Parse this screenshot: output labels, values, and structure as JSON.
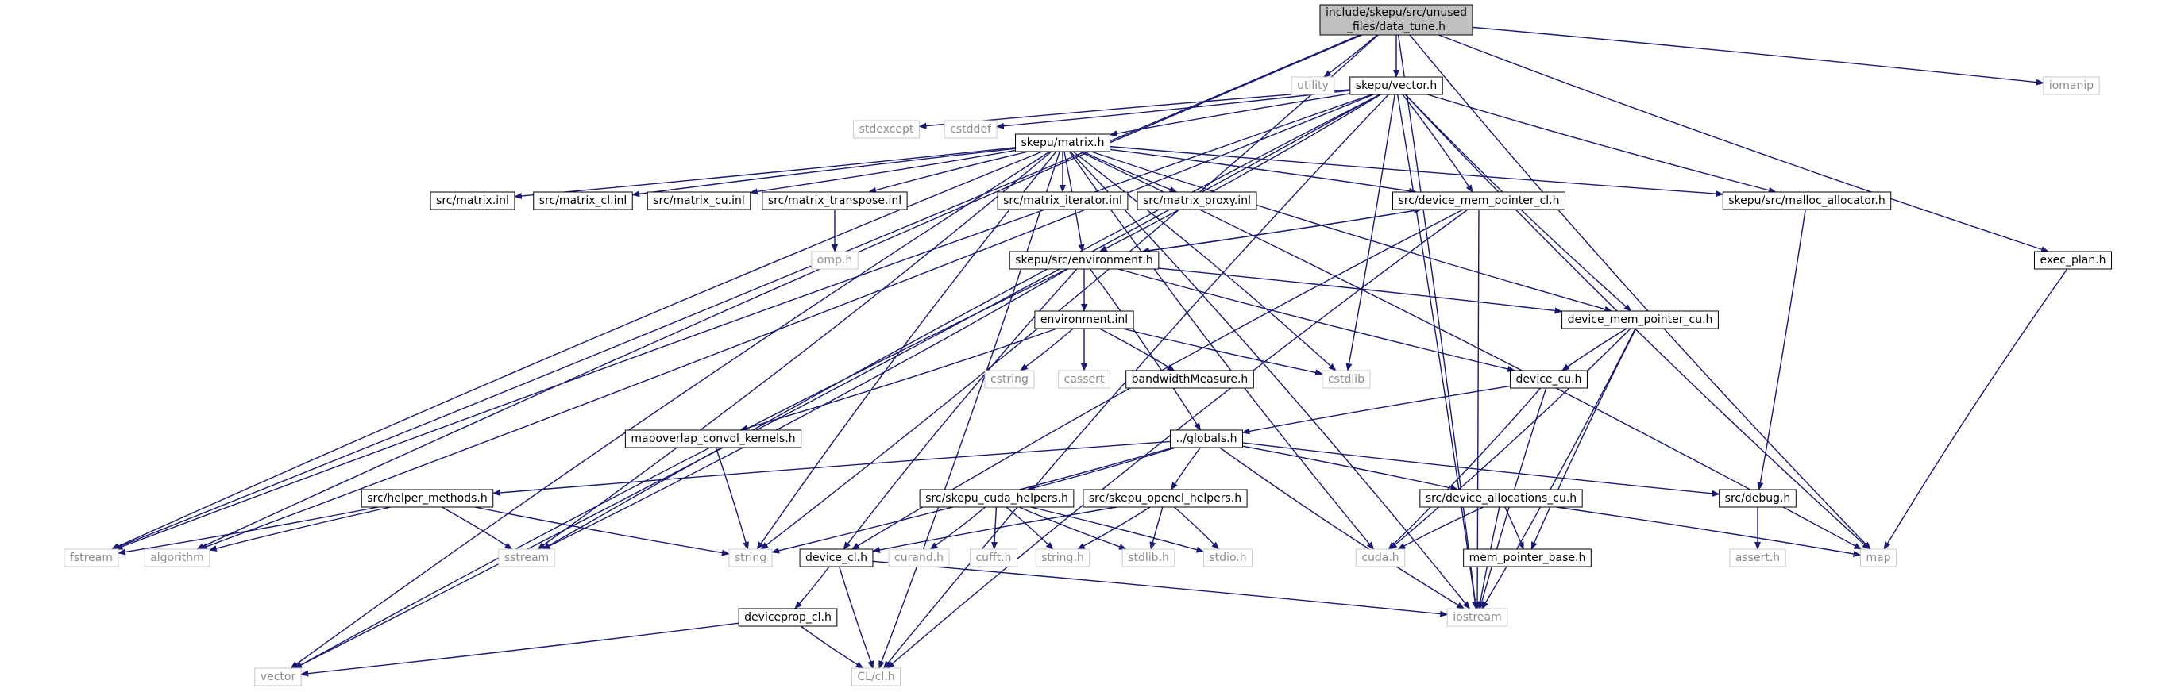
{
  "graph_title": "include/skepu/src/unused_files/data_tune.h",
  "root": [
    "include/skepu/src/unused",
    "_files/data_tune.h"
  ],
  "colors": {
    "edge": "#191970",
    "node_border": "#000000",
    "node_fill": "#ffffff",
    "root_fill": "#bfbfbf",
    "external_border": "#c8c8c8",
    "external_text": "#8c8c8c"
  },
  "nodes": [
    {
      "id": "root",
      "label": "include/skepu/src/unused_files/data_tune.h",
      "kind": "root"
    },
    {
      "id": "utility",
      "label": "utility",
      "kind": "external"
    },
    {
      "id": "vector_h",
      "label": "skepu/vector.h",
      "kind": "internal"
    },
    {
      "id": "iomanip",
      "label": "iomanip",
      "kind": "external"
    },
    {
      "id": "stdexcept",
      "label": "stdexcept",
      "kind": "external"
    },
    {
      "id": "cstddef",
      "label": "cstddef",
      "kind": "external"
    },
    {
      "id": "matrix_h",
      "label": "skepu/matrix.h",
      "kind": "internal"
    },
    {
      "id": "matrix_inl",
      "label": "src/matrix.inl",
      "kind": "internal"
    },
    {
      "id": "matrix_cl",
      "label": "src/matrix_cl.inl",
      "kind": "internal"
    },
    {
      "id": "matrix_cu",
      "label": "src/matrix_cu.inl",
      "kind": "internal"
    },
    {
      "id": "matrix_tr",
      "label": "src/matrix_transpose.inl",
      "kind": "internal"
    },
    {
      "id": "matrix_it",
      "label": "src/matrix_iterator.inl",
      "kind": "internal"
    },
    {
      "id": "matrix_px",
      "label": "src/matrix_proxy.inl",
      "kind": "internal"
    },
    {
      "id": "dmp_cl",
      "label": "src/device_mem_pointer_cl.h",
      "kind": "internal"
    },
    {
      "id": "malloc",
      "label": "skepu/src/malloc_allocator.h",
      "kind": "internal"
    },
    {
      "id": "omp",
      "label": "omp.h",
      "kind": "external"
    },
    {
      "id": "env_h",
      "label": "skepu/src/environment.h",
      "kind": "internal"
    },
    {
      "id": "exec_plan",
      "label": "exec_plan.h",
      "kind": "internal"
    },
    {
      "id": "env_inl",
      "label": "environment.inl",
      "kind": "internal"
    },
    {
      "id": "dmp_cu",
      "label": "device_mem_pointer_cu.h",
      "kind": "internal"
    },
    {
      "id": "cstring",
      "label": "cstring",
      "kind": "external"
    },
    {
      "id": "cassert",
      "label": "cassert",
      "kind": "external"
    },
    {
      "id": "bw",
      "label": "bandwidthMeasure.h",
      "kind": "internal"
    },
    {
      "id": "cstdlib",
      "label": "cstdlib",
      "kind": "external"
    },
    {
      "id": "device_cu",
      "label": "device_cu.h",
      "kind": "internal"
    },
    {
      "id": "mapov",
      "label": "mapoverlap_convol_kernels.h",
      "kind": "internal"
    },
    {
      "id": "globals",
      "label": "../globals.h",
      "kind": "internal"
    },
    {
      "id": "helper",
      "label": "src/helper_methods.h",
      "kind": "internal"
    },
    {
      "id": "cuda_helpers",
      "label": "src/skepu_cuda_helpers.h",
      "kind": "internal"
    },
    {
      "id": "opencl_helpers",
      "label": "src/skepu_opencl_helpers.h",
      "kind": "internal"
    },
    {
      "id": "dev_alloc",
      "label": "src/device_allocations_cu.h",
      "kind": "internal"
    },
    {
      "id": "debug",
      "label": "src/debug.h",
      "kind": "internal"
    },
    {
      "id": "fstream",
      "label": "fstream",
      "kind": "external"
    },
    {
      "id": "algorithm",
      "label": "algorithm",
      "kind": "external"
    },
    {
      "id": "sstream",
      "label": "sstream",
      "kind": "external"
    },
    {
      "id": "string",
      "label": "string",
      "kind": "external"
    },
    {
      "id": "curand",
      "label": "curand.h",
      "kind": "external"
    },
    {
      "id": "cufft",
      "label": "cufft.h",
      "kind": "external"
    },
    {
      "id": "string_h",
      "label": "string.h",
      "kind": "external"
    },
    {
      "id": "stdlib_h",
      "label": "stdlib.h",
      "kind": "external"
    },
    {
      "id": "stdio_h",
      "label": "stdio.h",
      "kind": "external"
    },
    {
      "id": "cuda_h",
      "label": "cuda.h",
      "kind": "external"
    },
    {
      "id": "mem_pointer_base",
      "label": "mem_pointer_base.h",
      "kind": "internal"
    },
    {
      "id": "assert_h",
      "label": "assert.h",
      "kind": "external"
    },
    {
      "id": "map",
      "label": "map",
      "kind": "external"
    },
    {
      "id": "device_cl",
      "label": "device_cl.h",
      "kind": "internal"
    },
    {
      "id": "deviceprop",
      "label": "deviceprop_cl.h",
      "kind": "internal"
    },
    {
      "id": "iostream",
      "label": "iostream",
      "kind": "external"
    },
    {
      "id": "vector",
      "label": "vector",
      "kind": "external"
    },
    {
      "id": "clcl",
      "label": "CL/cl.h",
      "kind": "external"
    }
  ],
  "edges": [
    [
      "root",
      "utility"
    ],
    [
      "root",
      "vector_h"
    ],
    [
      "root",
      "iomanip"
    ],
    [
      "root",
      "exec_plan"
    ],
    [
      "root",
      "fstream"
    ],
    [
      "root",
      "algorithm"
    ],
    [
      "root",
      "string"
    ],
    [
      "root",
      "map"
    ],
    [
      "root",
      "iostream"
    ],
    [
      "vector_h",
      "stdexcept"
    ],
    [
      "vector_h",
      "cstddef"
    ],
    [
      "vector_h",
      "matrix_h"
    ],
    [
      "vector_h",
      "dmp_cl"
    ],
    [
      "vector_h",
      "malloc"
    ],
    [
      "vector_h",
      "env_h"
    ],
    [
      "vector_h",
      "dmp_cu"
    ],
    [
      "vector_h",
      "cstdlib"
    ],
    [
      "vector_h",
      "fstream"
    ],
    [
      "vector_h",
      "algorithm"
    ],
    [
      "vector_h",
      "sstream"
    ],
    [
      "vector_h",
      "vector"
    ],
    [
      "vector_h",
      "map"
    ],
    [
      "vector_h",
      "iostream"
    ],
    [
      "vector_h",
      "clcl"
    ],
    [
      "matrix_h",
      "matrix_inl"
    ],
    [
      "matrix_h",
      "matrix_cl"
    ],
    [
      "matrix_h",
      "matrix_cu"
    ],
    [
      "matrix_h",
      "matrix_tr"
    ],
    [
      "matrix_h",
      "matrix_it"
    ],
    [
      "matrix_h",
      "matrix_px"
    ],
    [
      "matrix_h",
      "dmp_cl"
    ],
    [
      "matrix_h",
      "malloc"
    ],
    [
      "matrix_h",
      "env_h"
    ],
    [
      "matrix_h",
      "dmp_cu"
    ],
    [
      "matrix_h",
      "cstdlib"
    ],
    [
      "matrix_h",
      "cuda_h"
    ],
    [
      "matrix_h",
      "map"
    ],
    [
      "matrix_h",
      "fstream"
    ],
    [
      "matrix_h",
      "sstream"
    ],
    [
      "matrix_h",
      "string"
    ],
    [
      "matrix_h",
      "iostream"
    ],
    [
      "matrix_h",
      "vector"
    ],
    [
      "matrix_h",
      "clcl"
    ],
    [
      "matrix_tr",
      "omp"
    ],
    [
      "dmp_cl",
      "env_h"
    ],
    [
      "dmp_cl",
      "device_cl"
    ],
    [
      "dmp_cl",
      "iostream"
    ],
    [
      "dmp_cl",
      "clcl"
    ],
    [
      "env_h",
      "dmp_cl"
    ],
    [
      "env_h",
      "env_inl"
    ],
    [
      "env_h",
      "dmp_cu"
    ],
    [
      "env_h",
      "device_cu"
    ],
    [
      "env_h",
      "globals"
    ],
    [
      "env_h",
      "device_cl"
    ],
    [
      "env_h",
      "sstream"
    ],
    [
      "env_h",
      "vector"
    ],
    [
      "malloc",
      "debug"
    ],
    [
      "exec_plan",
      "map"
    ],
    [
      "env_inl",
      "cstring"
    ],
    [
      "env_inl",
      "cassert"
    ],
    [
      "env_inl",
      "bw"
    ],
    [
      "env_inl",
      "cstdlib"
    ],
    [
      "env_inl",
      "mapov"
    ],
    [
      "dmp_cu",
      "device_cu"
    ],
    [
      "dmp_cu",
      "cuda_h"
    ],
    [
      "dmp_cu",
      "mem_pointer_base"
    ],
    [
      "dmp_cu",
      "iostream"
    ],
    [
      "device_cu",
      "globals"
    ],
    [
      "device_cu",
      "cuda_h"
    ],
    [
      "device_cu",
      "iostream"
    ],
    [
      "mapov",
      "string"
    ],
    [
      "globals",
      "helper"
    ],
    [
      "globals",
      "cuda_helpers"
    ],
    [
      "globals",
      "opencl_helpers"
    ],
    [
      "globals",
      "dev_alloc"
    ],
    [
      "globals",
      "debug"
    ],
    [
      "globals",
      "string"
    ],
    [
      "globals",
      "iostream"
    ],
    [
      "helper",
      "fstream"
    ],
    [
      "helper",
      "algorithm"
    ],
    [
      "helper",
      "sstream"
    ],
    [
      "helper",
      "string"
    ],
    [
      "cuda_helpers",
      "curand"
    ],
    [
      "cuda_helpers",
      "cufft"
    ],
    [
      "cuda_helpers",
      "string_h"
    ],
    [
      "cuda_helpers",
      "stdlib_h"
    ],
    [
      "cuda_helpers",
      "stdio_h"
    ],
    [
      "opencl_helpers",
      "device_cl"
    ],
    [
      "opencl_helpers",
      "string_h"
    ],
    [
      "opencl_helpers",
      "stdlib_h"
    ],
    [
      "opencl_helpers",
      "stdio_h"
    ],
    [
      "dev_alloc",
      "cuda_h"
    ],
    [
      "dev_alloc",
      "mem_pointer_base"
    ],
    [
      "dev_alloc",
      "iostream"
    ],
    [
      "dev_alloc",
      "map"
    ],
    [
      "debug",
      "assert_h"
    ],
    [
      "device_cl",
      "deviceprop"
    ],
    [
      "device_cl",
      "clcl"
    ],
    [
      "device_cl",
      "iostream"
    ],
    [
      "deviceprop",
      "clcl"
    ],
    [
      "deviceprop",
      "vector"
    ]
  ]
}
